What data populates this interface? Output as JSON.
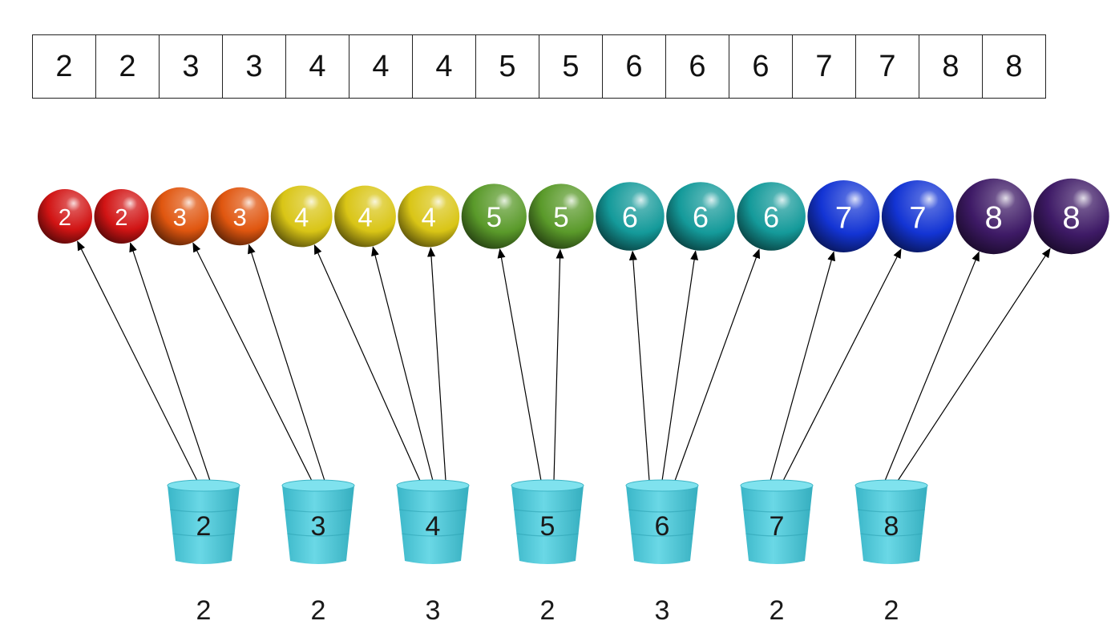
{
  "sorted_array": [
    "2",
    "2",
    "3",
    "3",
    "4",
    "4",
    "4",
    "5",
    "5",
    "6",
    "6",
    "6",
    "7",
    "7",
    "8",
    "8"
  ],
  "balls": [
    {
      "label": "2",
      "color": "#d11414"
    },
    {
      "label": "2",
      "color": "#d11414"
    },
    {
      "label": "3",
      "color": "#e0560f"
    },
    {
      "label": "3",
      "color": "#e0560f"
    },
    {
      "label": "4",
      "color": "#d9c516"
    },
    {
      "label": "4",
      "color": "#d9c516"
    },
    {
      "label": "4",
      "color": "#d9c516"
    },
    {
      "label": "5",
      "color": "#5a9a2a"
    },
    {
      "label": "5",
      "color": "#5a9a2a"
    },
    {
      "label": "6",
      "color": "#149a9a"
    },
    {
      "label": "6",
      "color": "#149a9a"
    },
    {
      "label": "6",
      "color": "#149a9a"
    },
    {
      "label": "7",
      "color": "#1334d4"
    },
    {
      "label": "7",
      "color": "#1334d4"
    },
    {
      "label": "8",
      "color": "#3e1a66"
    },
    {
      "label": "8",
      "color": "#3e1a66"
    }
  ],
  "buckets": [
    {
      "label": "2",
      "count": "2"
    },
    {
      "label": "3",
      "count": "2"
    },
    {
      "label": "4",
      "count": "3"
    },
    {
      "label": "5",
      "count": "2"
    },
    {
      "label": "6",
      "count": "3"
    },
    {
      "label": "7",
      "count": "2"
    },
    {
      "label": "8",
      "count": "2"
    }
  ],
  "colors": {
    "bucket": "#4fcbdc",
    "arrow": "#000000"
  }
}
